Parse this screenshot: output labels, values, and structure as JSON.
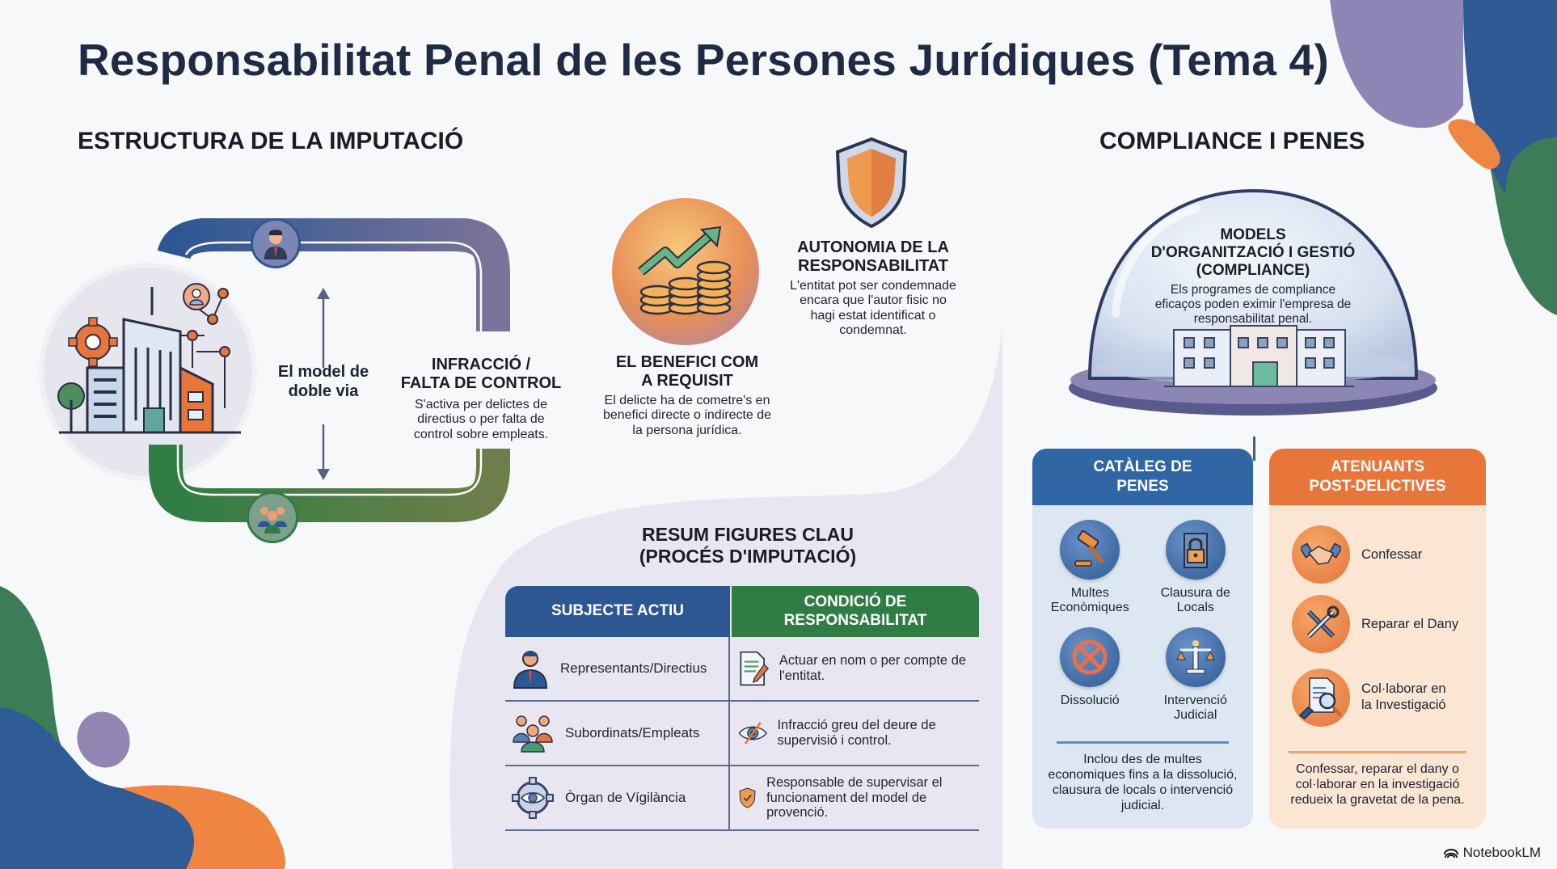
{
  "title": "Responsabilitat Penal de les Persones Jurídiques (Tema 4)",
  "left_section": {
    "heading": "ESTRUCTURA DE LA IMPUTACIÓ",
    "dual_model_label": "El model de doble via",
    "infraction": {
      "title_line1": "INFRACCIÓ /",
      "title_line2": "FALTA DE CONTROL",
      "body": "S'activa per delictes de directius o per falta de control sobre empleats."
    }
  },
  "middle_section": {
    "benefit": {
      "title_line1": "EL BENEFICI COM",
      "title_line2": "A REQUISIT",
      "body": "El delicte ha de cometre's en benefici directe o indirecte de la persona jurídica."
    },
    "autonomy": {
      "title_line1": "AUTONOMIA DE LA",
      "title_line2": "RESPONSABILITAT",
      "body": "L'entitat pot ser condemnade encara que l'autor fisic no hagi estat identificat o condemnat."
    }
  },
  "summary_table": {
    "heading_line1": "RESUM FIGURES CLAU",
    "heading_line2": "(PROCÉS D'IMPUTACIÓ)",
    "columns": [
      "SUBJECTE ACTIU",
      "CONDICIÓ DE RESPONSABILITAT"
    ],
    "rows": [
      {
        "icon": "executive-icon",
        "subject": "Representants/Directius",
        "condition": "Actuar en nom o per compte de l'entitat."
      },
      {
        "icon": "group-icon",
        "subject": "Subordinats/Empleats",
        "condition": "Infracció greu del deure de supervisió i control."
      },
      {
        "icon": "gear-eye-icon",
        "subject": "Òrgan de Vígilància",
        "condition": "Responsable de supervisar el funcionament del model de provenció."
      }
    ]
  },
  "right_section": {
    "heading": "COMPLIANCE I PENES",
    "compliance": {
      "title_line1": "MODELS",
      "title_line2": "D'ORGANITZACIÓ I GESTIÓ",
      "title_line3": "(COMPLIANCE)",
      "body": "Els programes de compliance eficaços poden eximir l'empresa de responsabilitat penal."
    },
    "penalties": {
      "header_line1": "CATÀLEG DE",
      "header_line2": "PENES",
      "items": [
        {
          "icon": "gavel-icon",
          "line1": "Multes",
          "line2": "Econòmiques"
        },
        {
          "icon": "padlock-icon",
          "line1": "Clausura de",
          "line2": "Locals"
        },
        {
          "icon": "prohibited-icon",
          "line1": "Dissolució",
          "line2": ""
        },
        {
          "icon": "scales-icon",
          "line1": "Intervenció",
          "line2": "Judicial"
        }
      ],
      "summary": "Inclou des de multes economiques fins a la dissolució, clausura de locals o intervenció judicial."
    },
    "mitigating": {
      "header_line1": "ATENUANTS",
      "header_line2": "POST-DELICTIVES",
      "items": [
        {
          "icon": "handshake-icon",
          "line1": "Confessar",
          "line2": ""
        },
        {
          "icon": "tools-icon",
          "line1": "Reparar el Dany",
          "line2": ""
        },
        {
          "icon": "magnifier-document-icon",
          "line1": "Col·laborar en",
          "line2": "la Investigació"
        }
      ],
      "summary": "Confessar, reparar el dany o col·laborar en la investigació redueix la gravetat de la pena."
    }
  },
  "brand": "NotebookLM",
  "colors": {
    "navy": "#2d5793",
    "green": "#2f7d45",
    "orange": "#e8763a",
    "purple": "#8c80b0",
    "title": "#1f2a44"
  }
}
